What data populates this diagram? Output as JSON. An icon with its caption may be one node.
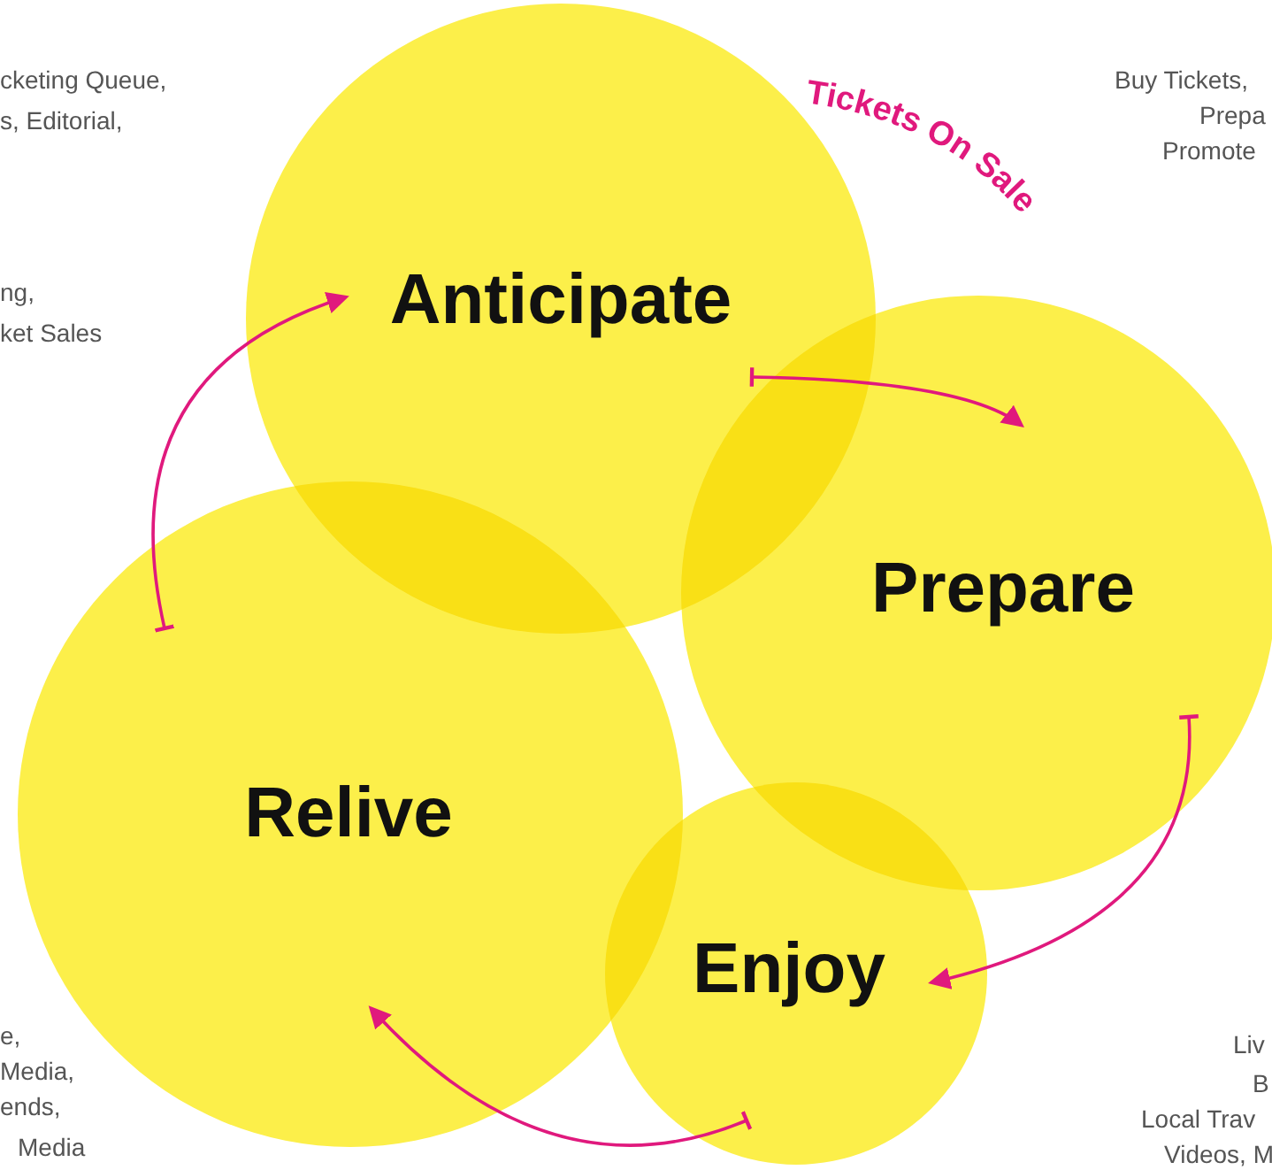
{
  "diagram": {
    "nodes": [
      {
        "text": [
          "Anticipate"
        ]
      },
      {
        "text": [
          "Prepare"
        ]
      },
      {
        "text": [
          "Relive"
        ]
      },
      {
        "text": [
          "Enjoy"
        ]
      }
    ],
    "edges": [
      {
        "from": 0,
        "to": 1,
        "arrow": "to",
        "label": "Tickets On Sale"
      },
      {
        "from": 1,
        "to": 3,
        "arrow": "to"
      },
      {
        "from": 3,
        "to": 2,
        "arrow": "to"
      },
      {
        "from": 2,
        "to": 0,
        "arrow": "to"
      }
    ],
    "labels": [
      "cketing Queue,",
      "s, Editorial,",
      "ng,",
      "ket Sales",
      "Buy Tickets,",
      "Prepa",
      "Promote",
      "e,",
      "Media,",
      "ends,",
      "Media",
      "Liv",
      "B",
      "Local Trav",
      "Videos, M"
    ]
  }
}
